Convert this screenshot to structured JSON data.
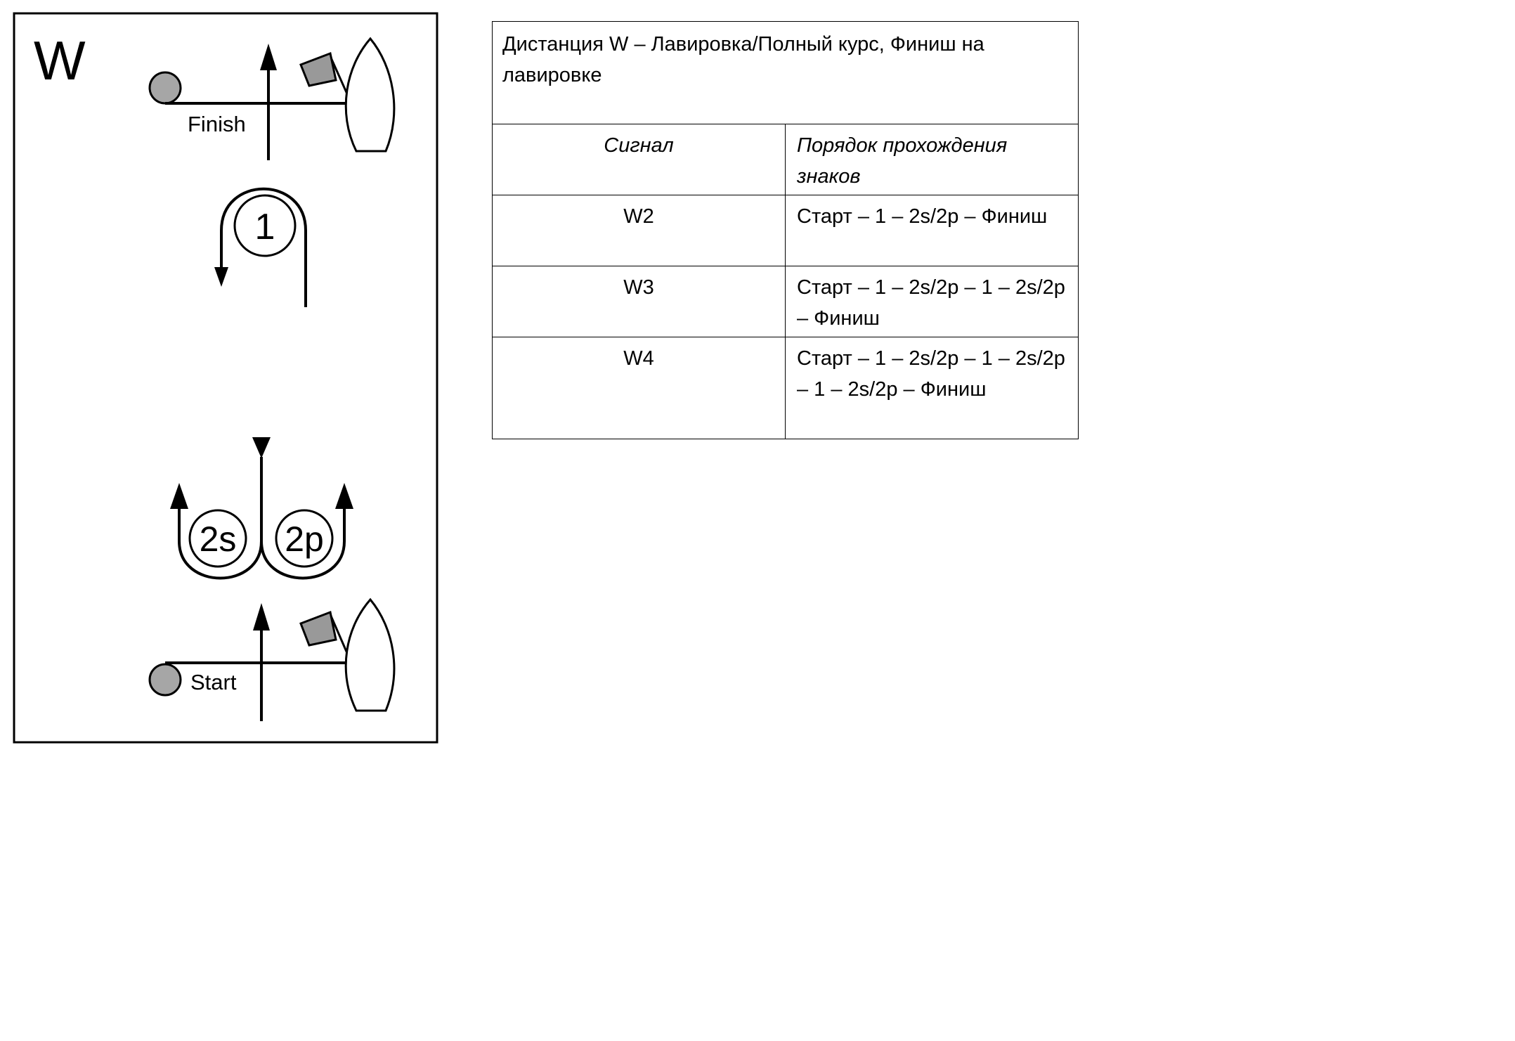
{
  "diagram": {
    "course_letter": "W",
    "finish_label": "Finish",
    "start_label": "Start",
    "mark_1": "1",
    "mark_2s": "2s",
    "mark_2p": "2p",
    "colors": {
      "stroke": "#000000",
      "mark_fill": "#a6a6a6",
      "flag_fill": "#999999"
    }
  },
  "table": {
    "title": "Дистанция W – Лавировка/Полный курс, Финиш на лавировке",
    "header": {
      "signal": "Сигнал",
      "sequence": "Порядок прохождения знаков"
    },
    "rows": [
      {
        "signal": "W2",
        "sequence": "Старт – 1 – 2s/2p –  Финиш"
      },
      {
        "signal": "W3",
        "sequence": "Старт – 1 – 2s/2p – 1 – 2s/2p – Финиш"
      },
      {
        "signal": "W4",
        "sequence": "Старт – 1 – 2s/2p – 1 – 2s/2p – 1 – 2s/2p – Финиш"
      }
    ]
  }
}
